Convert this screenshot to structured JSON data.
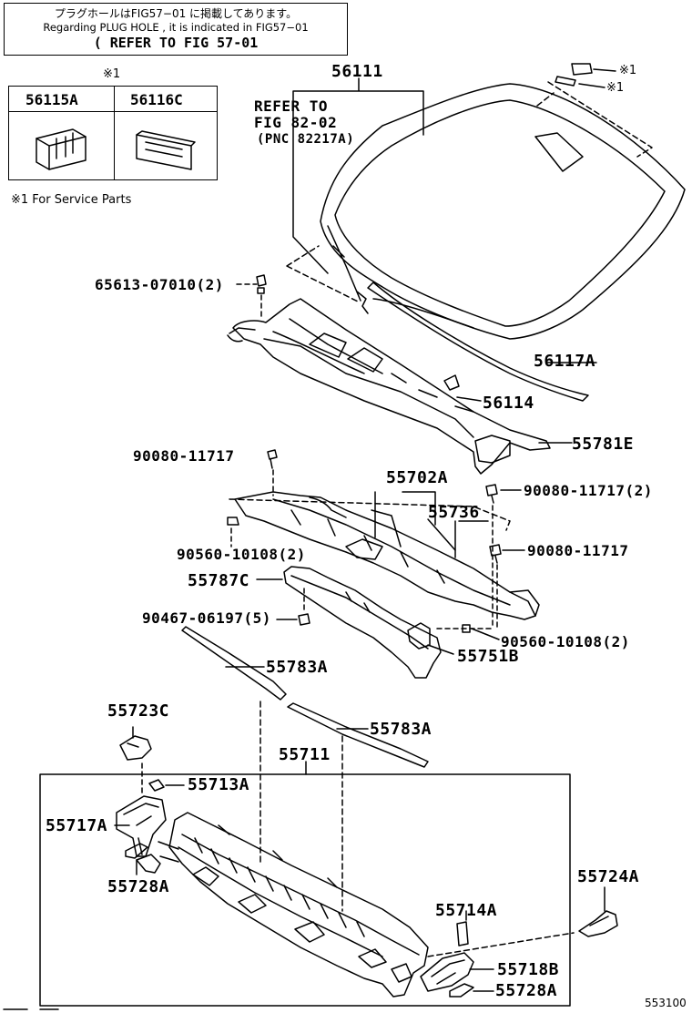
{
  "note": {
    "line1": "プラグホールはFIG57−01 に掲載してあります。",
    "line2": "Regarding  PLUG HOLE  ,  it  is  indicated  in  FIG57−01",
    "line3": "( REFER TO FIG 57-01"
  },
  "service_parts": {
    "mark": "※1",
    "col1": "56115A",
    "col2": "56116C",
    "footnote": "※1 For Service Parts"
  },
  "refer": {
    "line1": "REFER TO",
    "line2": "FIG 82-02",
    "line3": "(PNC 82217A)"
  },
  "marks": {
    "m1": "※1",
    "m2": "※1"
  },
  "labels": {
    "p56111": "56111",
    "p65613": "65613-07010(2)",
    "p56117A": "56117A",
    "p56114": "56114",
    "p55781E": "55781E",
    "p90080a": "90080-11717",
    "p55702A": "55702A",
    "p90080b": "90080-11717(2)",
    "p55736": "55736",
    "p90560a": "90560-10108(2)",
    "p90080c": "90080-11717",
    "p55787C": "55787C",
    "p90467": "90467-06197(5)",
    "p90560b": "90560-10108(2)",
    "p55751B": "55751B",
    "p55783Aa": "55783A",
    "p55723C": "55723C",
    "p55783Ab": "55783A",
    "p55711": "55711",
    "p55713A": "55713A",
    "p55717A": "55717A",
    "p55728Aa": "55728A",
    "p55724A": "55724A",
    "p55714A": "55714A",
    "p55718B": "55718B",
    "p55728Ab": "55728A"
  },
  "figure_number": "553100"
}
